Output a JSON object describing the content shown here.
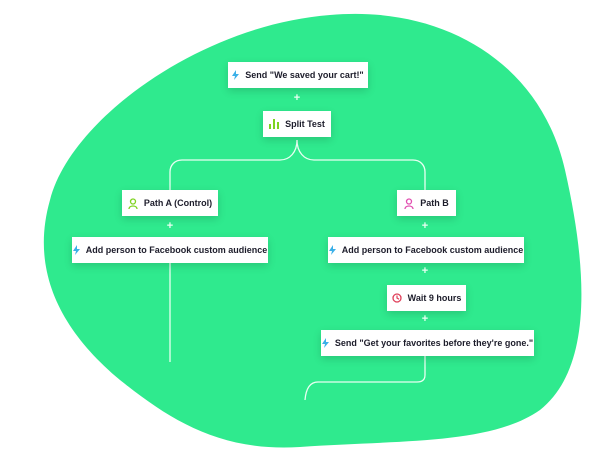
{
  "colors": {
    "background_blob": "#2fea8e",
    "lightning": "#3bb0e8",
    "split": "#7ed321",
    "path_a": "#7ed321",
    "path_b": "#e14fb0",
    "wait": "#e0405a"
  },
  "nodes": {
    "send_cart": {
      "label": "Send \"We saved your cart!\"",
      "icon": "lightning-icon"
    },
    "split_test": {
      "label": "Split Test",
      "icon": "bar-chart-icon"
    },
    "path_a": {
      "label": "Path A (Control)",
      "icon": "person-icon"
    },
    "add_a": {
      "label": "Add person to Facebook custom audience",
      "icon": "lightning-icon"
    },
    "path_b": {
      "label": "Path B",
      "icon": "person-icon"
    },
    "add_b": {
      "label": "Add person to Facebook custom audience",
      "icon": "lightning-icon"
    },
    "wait": {
      "label": "Wait 9 hours",
      "icon": "clock-icon"
    },
    "send_gone": {
      "label": "Send \"Get your favorites before they're gone.\"",
      "icon": "lightning-icon"
    }
  },
  "connector_symbol": "+"
}
